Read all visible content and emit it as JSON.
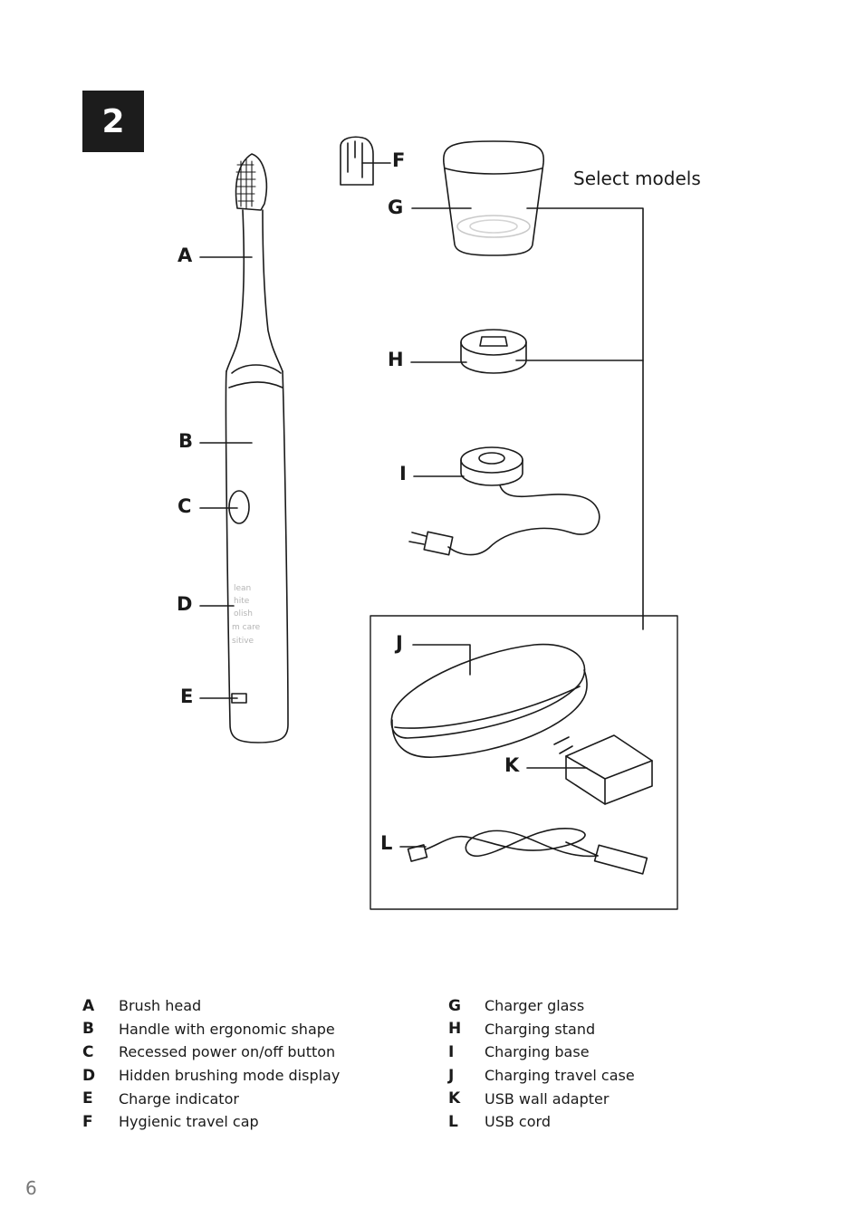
{
  "figure": {
    "number": "2"
  },
  "diagram": {
    "select_models": "Select models",
    "callouts": [
      "A",
      "B",
      "C",
      "D",
      "E",
      "F",
      "G",
      "H",
      "I",
      "J",
      "K",
      "L"
    ],
    "handle_modes": [
      "lean",
      "hite",
      "olish",
      "m care",
      "sitive"
    ]
  },
  "legend": {
    "left": [
      {
        "key": "A",
        "text": "Brush head"
      },
      {
        "key": "B",
        "text": "Handle with ergonomic shape"
      },
      {
        "key": "C",
        "text": "Recessed power on/off button"
      },
      {
        "key": "D",
        "text": "Hidden brushing mode display"
      },
      {
        "key": "E",
        "text": "Charge indicator"
      },
      {
        "key": "F",
        "text": "Hygienic travel cap"
      }
    ],
    "right": [
      {
        "key": "G",
        "text": "Charger glass"
      },
      {
        "key": "H",
        "text": "Charging stand"
      },
      {
        "key": "I",
        "text": "Charging base"
      },
      {
        "key": "J",
        "text": "Charging travel case"
      },
      {
        "key": "K",
        "text": "USB wall adapter"
      },
      {
        "key": "L",
        "text": "USB cord"
      }
    ]
  },
  "page": {
    "number": "6"
  }
}
